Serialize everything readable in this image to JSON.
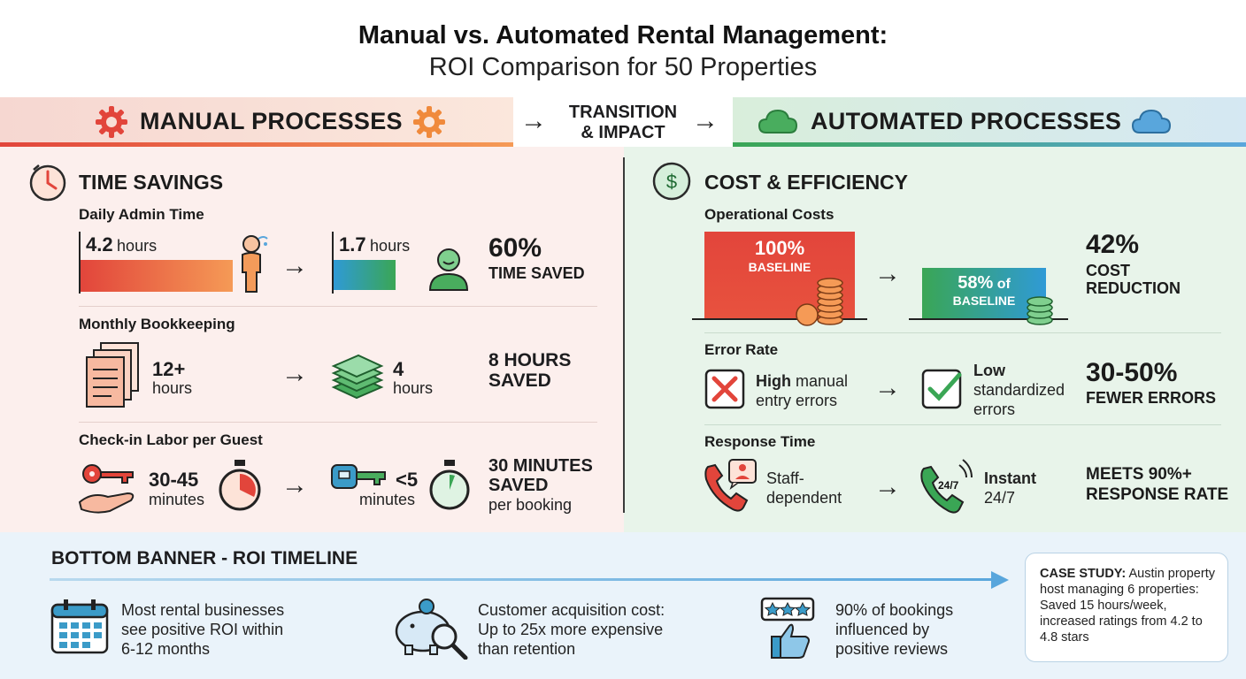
{
  "header": {
    "title": "Manual vs. Automated Rental Management:",
    "subtitle": "ROI Comparison for 50 Properties"
  },
  "bands": {
    "manual": "MANUAL PROCESSES",
    "transition_line1": "TRANSITION",
    "transition_line2": "& IMPACT",
    "automated": "AUTOMATED PROCESSES"
  },
  "time_savings": {
    "title": "TIME SAVINGS",
    "daily_admin": {
      "title": "Daily Admin Time",
      "manual_value": "4.2",
      "manual_unit": "hours",
      "auto_value": "1.7",
      "auto_unit": "hours",
      "manual_fraction": 1.0,
      "auto_fraction": 0.405,
      "stat": "60%",
      "stat_label": "TIME SAVED"
    },
    "bookkeeping": {
      "title": "Monthly Bookkeeping",
      "manual_value": "12+",
      "manual_unit": "hours",
      "auto_value": "4",
      "auto_unit": "hours",
      "stat_line1": "8 HOURS",
      "stat_line2": "SAVED"
    },
    "checkin": {
      "title": "Check-in Labor per Guest",
      "manual_value": "30-45",
      "manual_unit": "minutes",
      "auto_value": "<5",
      "auto_unit": "minutes",
      "stat_line1": "30 MINUTES",
      "stat_line2": "SAVED",
      "stat_line3": "per booking"
    }
  },
  "cost_efficiency": {
    "title": "COST & EFFICIENCY",
    "operational": {
      "title": "Operational Costs",
      "manual_value": "100%",
      "manual_label": "BASELINE",
      "auto_value": "58%",
      "auto_of": "of",
      "auto_label": "BASELINE",
      "manual_fraction": 1.0,
      "auto_fraction": 0.58,
      "stat": "42%",
      "stat_line1": "COST",
      "stat_line2": "REDUCTION"
    },
    "error_rate": {
      "title": "Error Rate",
      "manual_bold": "High",
      "manual_rest": "manual",
      "manual_line2": "entry errors",
      "auto_bold": "Low",
      "auto_line2": "standardized",
      "auto_line3": "errors",
      "stat": "30-50%",
      "stat_label": "FEWER ERRORS"
    },
    "response": {
      "title": "Response Time",
      "manual_line1": "Staff-",
      "manual_line2": "dependent",
      "auto_badge": "24/7",
      "auto_bold": "Instant",
      "auto_line2": "24/7",
      "stat_line1": "MEETS 90%+",
      "stat_line2": "RESPONSE RATE"
    }
  },
  "bottom": {
    "title": "BOTTOM BANNER - ROI TIMELINE",
    "items": [
      {
        "line1": "Most rental businesses",
        "line2": "see positive ROI within",
        "line3": "6-12 months"
      },
      {
        "line1": "Customer acquisition cost:",
        "line2": "Up to 25x more expensive",
        "line3": "than retention"
      },
      {
        "line1": "90% of bookings",
        "line2": "influenced by",
        "line3": "positive reviews"
      }
    ],
    "case_study_label": "CASE STUDY:",
    "case_study_text": "Austin property host managing 6 properties: Saved 15 hours/week, increased ratings from 4.2 to 4.8 stars"
  },
  "colors": {
    "manual_red": "#e2453b",
    "manual_orange": "#f59a56",
    "auto_green": "#3aa655",
    "auto_blue": "#59a6dc"
  },
  "icons": {
    "manual_band": "gear-icon",
    "auto_band": "cloud-icon",
    "time": "clock-icon",
    "cost": "dollar-icon",
    "bookkeeping_manual": "documents-icon",
    "bookkeeping_auto": "cash-stack-icon",
    "checkin_manual": "key-hand-icon",
    "checkin_auto": "smart-key-icon",
    "timeline": "calendar-icon",
    "acquisition": "piggy-bank-icon",
    "reviews": "rating-thumbs-up-icon"
  }
}
